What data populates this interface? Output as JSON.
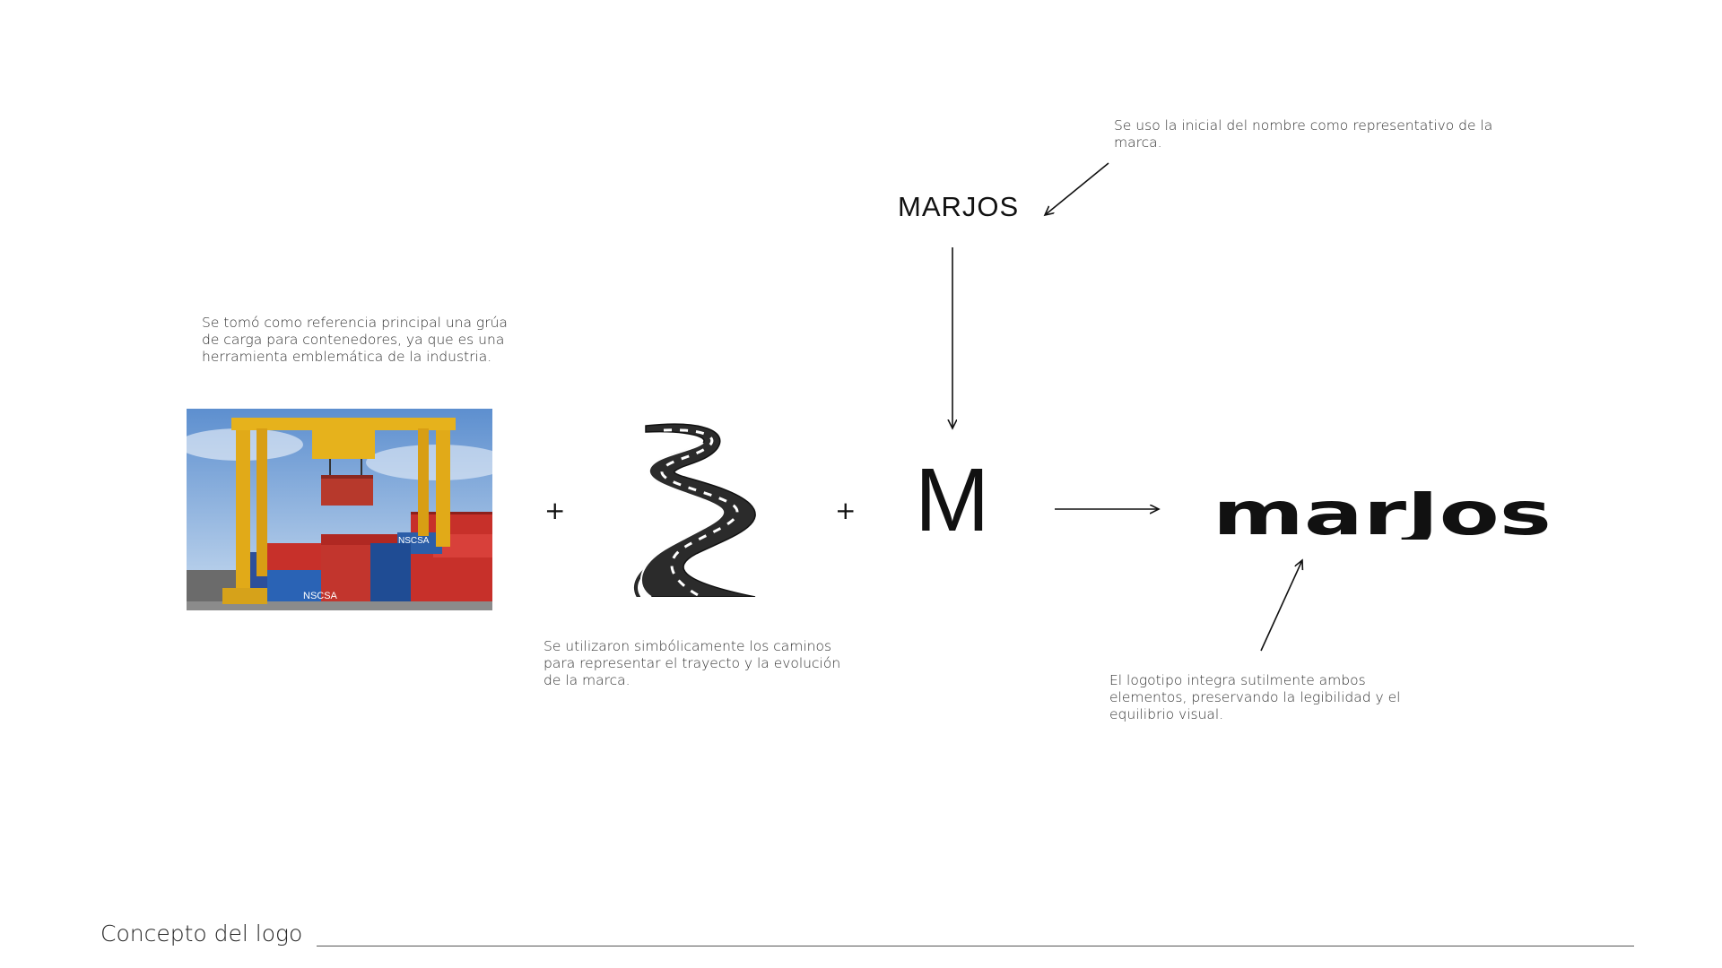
{
  "title_wordmark": "MARJOS",
  "notes": {
    "initial": [
      "Se uso la inicial del nombre como representativo de la",
      "marca."
    ],
    "crane": [
      "Se tomó como referencia principal una grúa",
      "de carga para contenedores, ya que es una",
      "herramienta emblemática de la industria."
    ],
    "roads": [
      "Se utilizaron simbólicamente los caminos",
      "para representar el trayecto y la evolución",
      "de la marca."
    ],
    "logo": [
      "El logotipo integra sutilmente ambos",
      "elementos, preservando la legibilidad y el",
      "equilibrio visual."
    ]
  },
  "plus_sign": "+",
  "initial_letter": "M",
  "footer": {
    "title": "Concepto del logo"
  },
  "logo_text": "marJos",
  "container_labels": [
    "NSCSA",
    "NSCSA"
  ],
  "icons": {
    "crane": "crane-photo",
    "road": "winding-road-icon",
    "arrow": "arrow-icon",
    "logo": "marjos-logo"
  },
  "colors": {
    "text": "#222222",
    "sky": "#7fa8d8",
    "crane_yellow": "#e6b21c",
    "road": "#2b2b2b",
    "logo": "#111111"
  }
}
